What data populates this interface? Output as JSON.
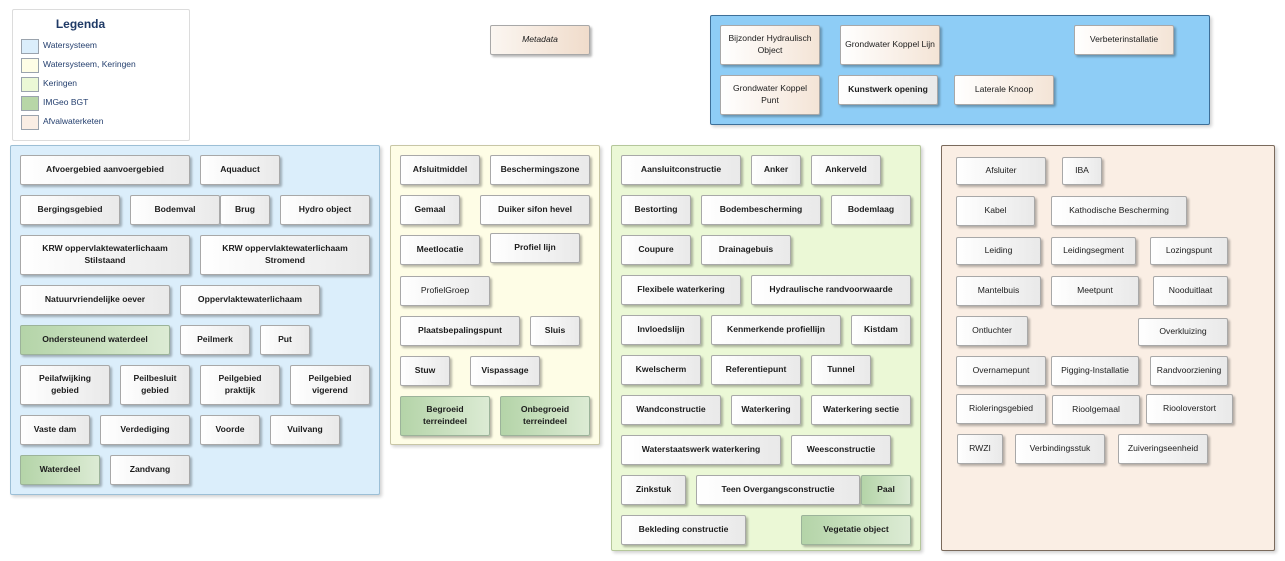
{
  "colors": {
    "watersysteem": "#dbeefb",
    "watersysteem_keringen": "#fefde6",
    "keringen": "#ebf8d6",
    "imgeo_bgt": "#b7d6a7",
    "afvalwaterketen": "#faeee4",
    "hydraulic_package": "#8ecdf6"
  },
  "legend": {
    "title": "Legenda",
    "items": [
      {
        "label": "Watersysteem"
      },
      {
        "label": "Watersysteem, Keringen"
      },
      {
        "label": "Keringen"
      },
      {
        "label": "IMGeo BGT"
      },
      {
        "label": "Afvalwaterketen"
      }
    ]
  },
  "metadata": {
    "label": "Metadata"
  },
  "hydraulic": {
    "items": [
      "Bijzonder Hydraulisch Object",
      "Grondwater Koppel Lijn",
      "Verbeterinstallatie",
      "Grondwater Koppel Punt",
      "Kunstwerk opening",
      "Laterale Knoop"
    ]
  },
  "watersysteem": {
    "items": [
      "Afvoergebied aanvoergebied",
      "Aquaduct",
      "Bergingsgebied",
      "Bodemval",
      "Brug",
      "Hydro object",
      "KRW oppervlaktewaterlichaam Stilstaand",
      "KRW oppervlaktewaterlichaam Stromend",
      "Natuurvriendelijke oever",
      "Oppervlaktewaterlichaam",
      "Ondersteunend waterdeel",
      "Peilmerk",
      "Put",
      "Peilafwijking gebied",
      "Peilbesluit gebied",
      "Peilgebied praktijk",
      "Peilgebied vigerend",
      "Vaste dam",
      "Verdediging",
      "Voorde",
      "Vuilvang",
      "Waterdeel",
      "Zandvang"
    ]
  },
  "watersysteem_keringen": {
    "items": [
      "Afsluitmiddel",
      "Beschermingszone",
      "Gemaal",
      "Duiker sifon hevel",
      "Meetlocatie",
      "Profiel lijn",
      "ProfielGroep",
      "Plaatsbepalingspunt",
      "Sluis",
      "Stuw",
      "Vispassage",
      "Begroeid terreindeel",
      "Onbegroeid terreindeel"
    ]
  },
  "keringen": {
    "items": [
      "Aansluitconstructie",
      "Anker",
      "Ankerveld",
      "Bestorting",
      "Bodembescherming",
      "Bodemlaag",
      "Coupure",
      "Drainagebuis",
      "Flexibele waterkering",
      "Hydraulische randvoorwaarde",
      "Invloedslijn",
      "Kenmerkende profiellijn",
      "Kistdam",
      "Kwelscherm",
      "Referentiepunt",
      "Tunnel",
      "Wandconstructie",
      "Waterkering",
      "Waterkering sectie",
      "Waterstaatswerk waterkering",
      "Weesconstructie",
      "Zinkstuk",
      "Teen Overgangsconstructie",
      "Paal",
      "Bekleding constructie",
      "Vegetatie object"
    ]
  },
  "afvalwaterketen": {
    "items": [
      "Afsluiter",
      "IBA",
      "Kabel",
      "Kathodische Bescherming",
      "Leiding",
      "Leidingsegment",
      "Lozingspunt",
      "Mantelbuis",
      "Meetpunt",
      "Nooduitlaat",
      "Ontluchter",
      "Overkluizing",
      "Overnamepunt",
      "Pigging-Installatie",
      "Randvoorziening",
      "Rioleringsgebied",
      "Rioolgemaal",
      "Riooloverstort",
      "RWZI",
      "Verbindingsstuk",
      "Zuiveringseenheid"
    ]
  }
}
